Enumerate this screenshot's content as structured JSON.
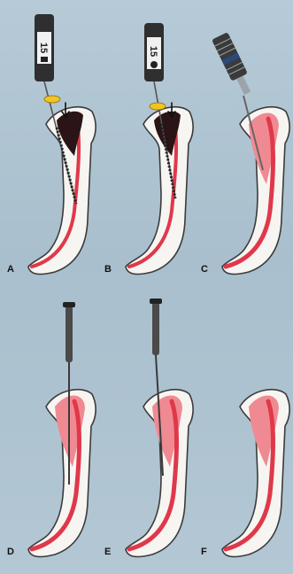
{
  "figure": {
    "background": "#b0c5d2",
    "colors": {
      "tooth_outline": "#3b3b3b",
      "dentin": "#f7f5f2",
      "pulp": "#e0384a",
      "pulp_light": "#f08a92",
      "coronal_pulp": "#2a1416",
      "file_handle": "#2f2f2f",
      "stopper": "#f2c423"
    },
    "panels": [
      {
        "label": "A",
        "instrument": "hand file",
        "handle_number": "15",
        "handle_symbol": "square",
        "stopper": true,
        "arrow": true,
        "canal_state": "narrow"
      },
      {
        "label": "B",
        "instrument": "hand file",
        "handle_number": "15",
        "handle_symbol": "circle",
        "stopper": true,
        "arrow": true,
        "canal_state": "narrow"
      },
      {
        "label": "C",
        "instrument": "knurled rotary file",
        "handle_number": "",
        "handle_symbol": "",
        "stopper": false,
        "arrow": false,
        "canal_state": "widened"
      },
      {
        "label": "D",
        "instrument": "spreader",
        "handle_number": "",
        "handle_symbol": "",
        "stopper": false,
        "arrow": false,
        "canal_state": "widened"
      },
      {
        "label": "E",
        "instrument": "spreader",
        "handle_number": "",
        "handle_symbol": "",
        "stopper": false,
        "arrow": false,
        "canal_state": "widened"
      },
      {
        "label": "F",
        "instrument": "none",
        "handle_number": "",
        "handle_symbol": "",
        "stopper": false,
        "arrow": false,
        "canal_state": "widened"
      }
    ]
  }
}
